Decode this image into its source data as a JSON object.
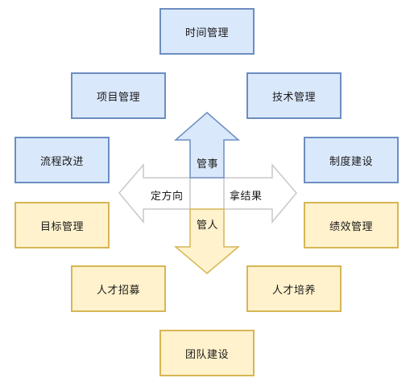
{
  "boxes": {
    "time_management": "时间管理",
    "project_management": "项目管理",
    "technical_management": "技术管理",
    "process_improvement": "流程改进",
    "system_building": "制度建设",
    "goal_management": "目标管理",
    "performance_management": "绩效管理",
    "talent_recruitment": "人才招募",
    "talent_development": "人才培养",
    "team_building": "团队建设"
  },
  "arrows": {
    "up": "管事",
    "down": "管人",
    "left": "定方向",
    "right": "拿结果"
  },
  "colors": {
    "blue_fill": "#dae8fc",
    "blue_border": "#6c8ebf",
    "yellow_fill": "#fff2cc",
    "yellow_border": "#d6b656",
    "gray_arrow_stroke": "#cccccc"
  }
}
